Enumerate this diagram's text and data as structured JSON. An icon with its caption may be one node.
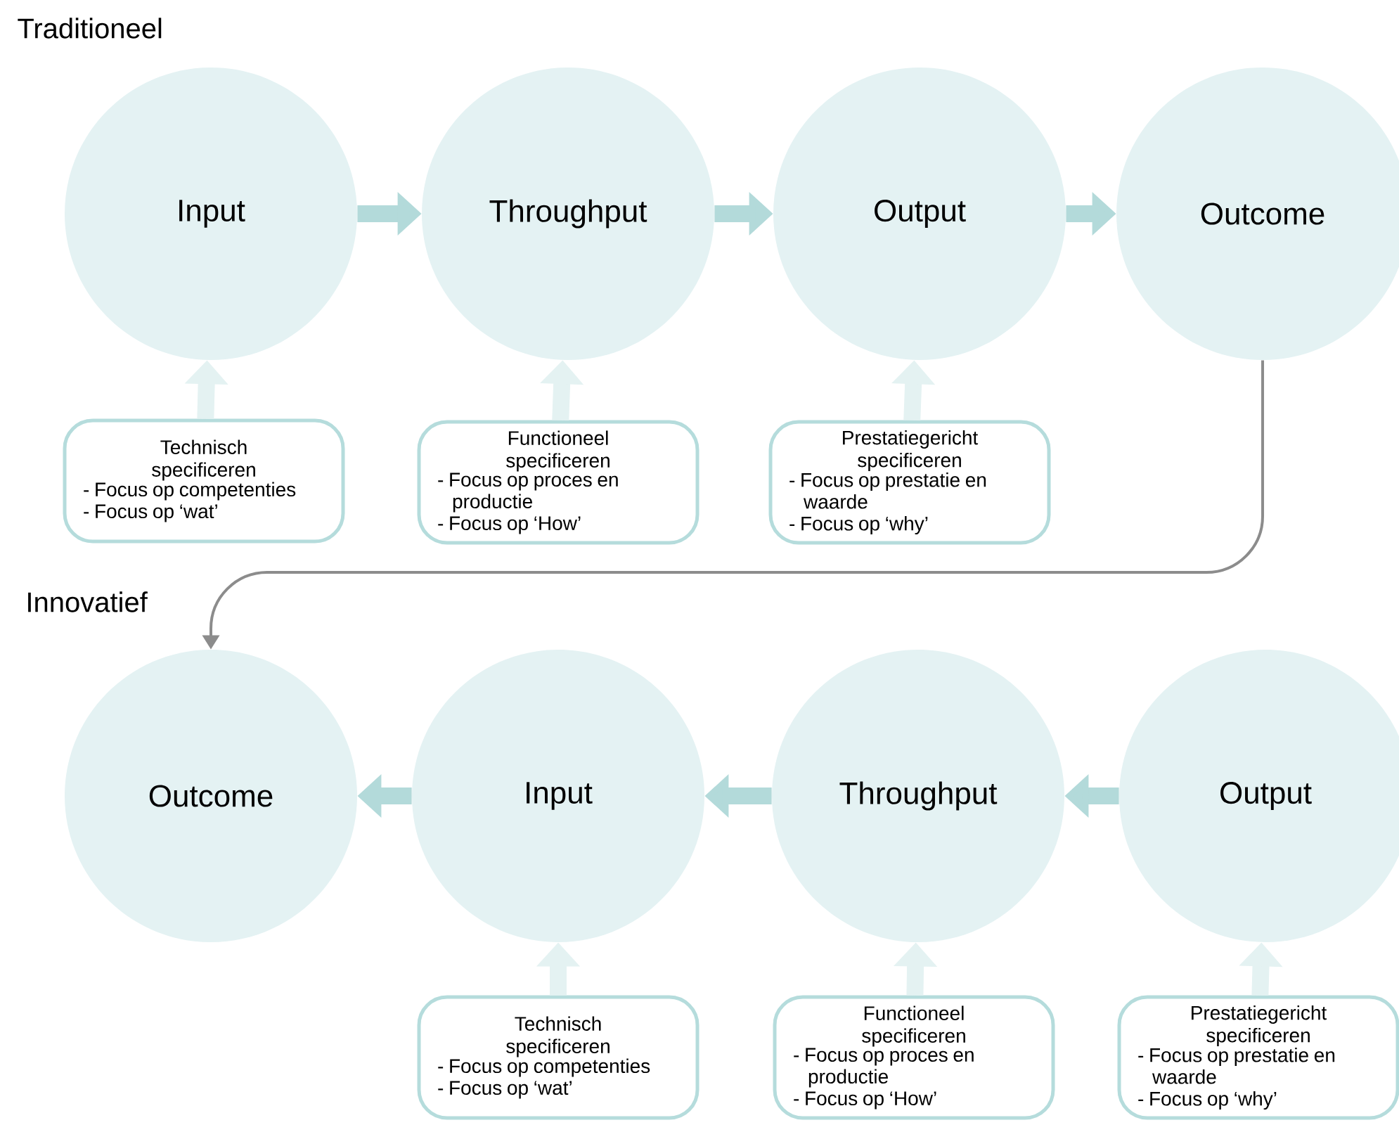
{
  "diagram": {
    "nodes": [
      {
        "text": [
          "Input"
        ]
      },
      {
        "text": [
          "Throughput"
        ]
      },
      {
        "text": [
          "Output"
        ]
      },
      {
        "text": [
          "Outcome"
        ]
      },
      {
        "text": [
          "Technisch specificeren",
          "- Focus op competenties",
          "- Focus op ‘wat’"
        ]
      },
      {
        "text": [
          "Functioneel specificeren",
          "- Focus op proces en productie",
          "- Focus op ‘How’"
        ]
      },
      {
        "text": [
          "Prestatiegericht specificeren",
          "- Focus op prestatie en waarde",
          "- Focus op ‘why’"
        ]
      },
      {
        "text": [
          "Outcome"
        ]
      },
      {
        "text": [
          "Input"
        ]
      },
      {
        "text": [
          "Throughput"
        ]
      },
      {
        "text": [
          "Output"
        ]
      },
      {
        "text": [
          "Technisch specificeren",
          "- Focus op competenties",
          "- Focus op ‘wat’"
        ]
      },
      {
        "text": [
          "Functioneel specificeren",
          "- Focus op proces en productie",
          "- Focus op ‘How’"
        ]
      },
      {
        "text": [
          "Prestatiegericht specificeren",
          "- Focus op prestatie en waarde",
          "- Focus op ‘why’"
        ]
      }
    ],
    "edges": [
      {
        "from": 0,
        "to": 1,
        "arrow": "to"
      },
      {
        "from": 1,
        "to": 2,
        "arrow": "to"
      },
      {
        "from": 2,
        "to": 3,
        "arrow": "to"
      },
      {
        "from": 4,
        "to": 0,
        "arrow": "to",
        "color": "#e4f2f2"
      },
      {
        "from": 5,
        "to": 1,
        "arrow": "to",
        "color": "#e4f2f2"
      },
      {
        "from": 6,
        "to": 2,
        "arrow": "to",
        "color": "#e4f2f2"
      },
      {
        "from": 3,
        "to": 7,
        "arrow": "to",
        "color": "#8c8c8c"
      },
      {
        "from": 10,
        "to": 9,
        "arrow": "to"
      },
      {
        "from": 9,
        "to": 8,
        "arrow": "to"
      },
      {
        "from": 8,
        "to": 7,
        "arrow": "to"
      },
      {
        "from": 11,
        "to": 8,
        "arrow": "to",
        "color": "#e4f2f2"
      },
      {
        "from": 12,
        "to": 9,
        "arrow": "to",
        "color": "#e4f2f2"
      },
      {
        "from": 13,
        "to": 10,
        "arrow": "to",
        "color": "#e4f2f2"
      }
    ],
    "labels": [
      "Traditioneel",
      "Innovatief"
    ]
  }
}
